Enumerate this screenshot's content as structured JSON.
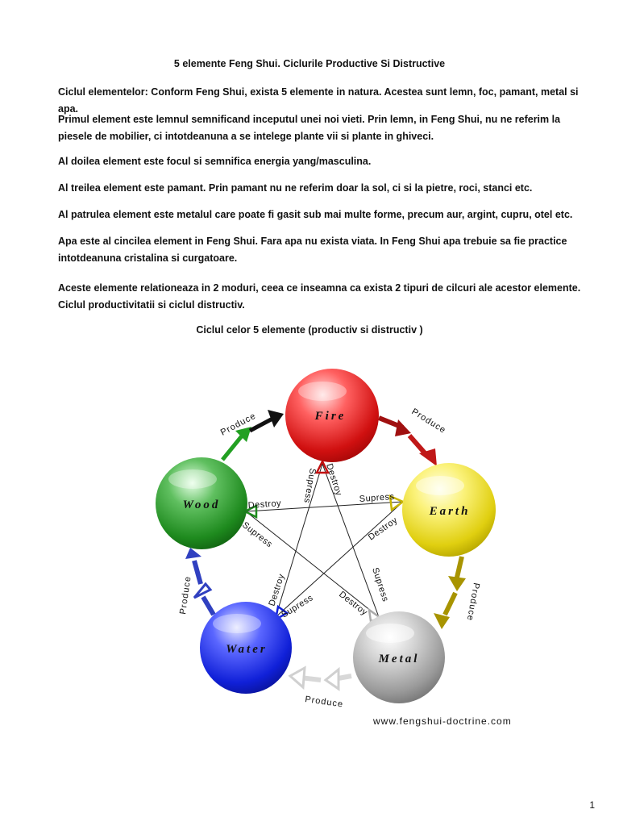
{
  "document": {
    "title": "5 elemente Feng Shui. Ciclurile Productive Si Distructive",
    "paragraphs": {
      "p1": "Ciclul elementelor: Conform Feng Shui, exista 5 elemente in natura. Acestea sunt lemn, foc, pamant, metal si apa.",
      "p2": "Primul element este lemnul semnificand inceputul unei noi vieti. Prin lemn, in Feng Shui, nu ne referim la piesele de mobilier, ci intotdeanuna a se intelege plante vii si plante in ghiveci.",
      "p3": "Al doilea element este focul si semnifica energia yang/masculina.",
      "p4": "Al treilea element este pamant. Prin pamant nu ne referim doar la sol, ci si la pietre, roci, stanci etc.",
      "p5": "Al patrulea element este  metalul care poate fi gasit sub mai multe forme, precum aur, argint, cupru, otel etc.",
      "p6": "Apa este al cincilea element in Feng Shui. Fara apa nu exista viata. In Feng Shui apa trebuie sa fie practice intotdeanuna cristalina si curgatoare.",
      "p7": "Aceste elemente relationeaza in 2 moduri, ceea ce inseamna ca exista 2 tipuri de cilcuri ale acestor elemente. Ciclul productivitatii  si ciclul distructiv."
    },
    "diagram_title": "Ciclul celor 5 elemente (productiv si distructiv )",
    "page_number": "1"
  },
  "diagram": {
    "elements": {
      "fire": {
        "label": "Fire",
        "color": "#e01818"
      },
      "earth": {
        "label": "Earth",
        "color": "#e0d000"
      },
      "metal": {
        "label": "Metal",
        "color": "#9a9a9a"
      },
      "water": {
        "label": "Water",
        "color": "#1020d8"
      },
      "wood": {
        "label": "Wood",
        "color": "#1e8a1e"
      }
    },
    "labels": {
      "produce": "Produce",
      "destroy": "Destroy",
      "supress": "Supress"
    },
    "website": "www.fengshui-doctrine.com"
  }
}
